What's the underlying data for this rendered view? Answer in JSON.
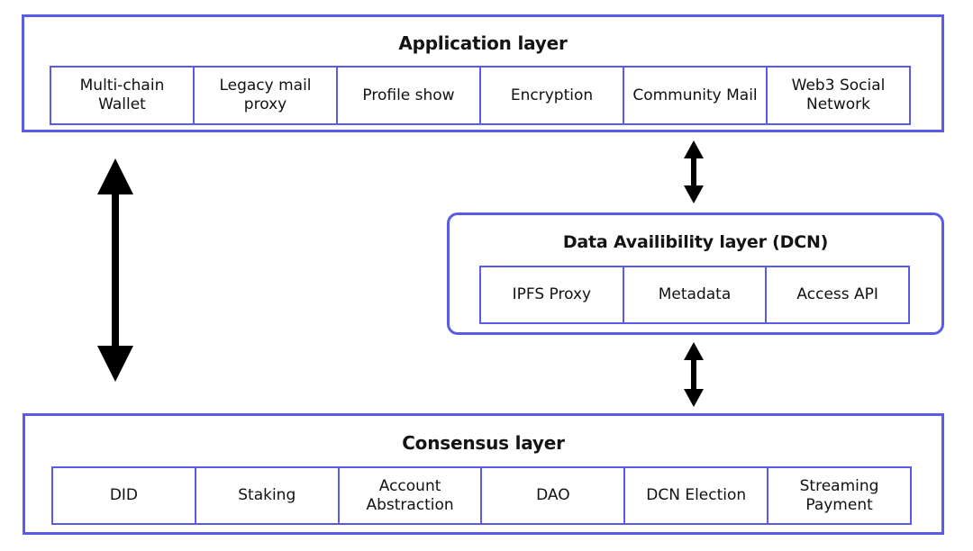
{
  "diagram": {
    "title": "Layered blockchain architecture",
    "accent_color": "#5b5beb",
    "text_color": "#111111",
    "background_color": "#ffffff",
    "arrow_color": "#000000"
  },
  "layers": {
    "application": {
      "title": "Application layer",
      "cells": [
        {
          "label": "Multi-chain Wallet"
        },
        {
          "label": "Legacy mail proxy"
        },
        {
          "label": "Profile show"
        },
        {
          "label": "Encryption"
        },
        {
          "label": "Community Mail"
        },
        {
          "label": "Web3 Social Network"
        }
      ]
    },
    "data_availability": {
      "title": "Data Availibility layer (DCN)",
      "cells": [
        {
          "label": "IPFS Proxy"
        },
        {
          "label": "Metadata"
        },
        {
          "label": "Access API"
        }
      ]
    },
    "consensus": {
      "title": "Consensus layer",
      "cells": [
        {
          "label": "DID"
        },
        {
          "label": "Staking"
        },
        {
          "label": "Account Abstraction"
        },
        {
          "label": "DAO"
        },
        {
          "label": "DCN Election"
        },
        {
          "label": "Streaming Payment"
        }
      ]
    }
  },
  "connectors": [
    {
      "name": "application-to-consensus",
      "kind": "double-arrow-vertical",
      "from": "Application layer",
      "to": "Consensus layer"
    },
    {
      "name": "application-to-data-availability",
      "kind": "double-arrow-vertical",
      "from": "Application layer",
      "to": "Data Availibility layer (DCN)"
    },
    {
      "name": "data-availability-to-consensus",
      "kind": "double-arrow-vertical",
      "from": "Data Availibility layer (DCN)",
      "to": "Consensus layer"
    }
  ]
}
